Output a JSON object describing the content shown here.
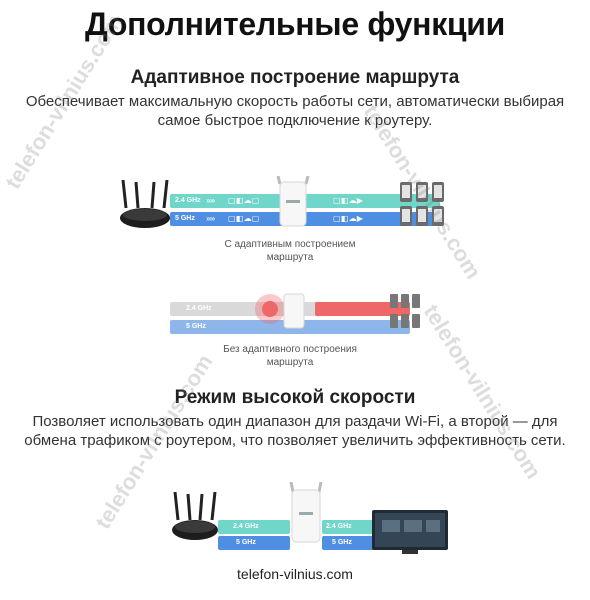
{
  "page": {
    "title": "Дополнительные функции",
    "sections": [
      {
        "heading": "Адаптивное построение маршрута",
        "description_line1": "Обеспечивает максимальную скорость работы сети, автоматически выбирая",
        "description_line2": "самое быстрое подключение к роутеру."
      },
      {
        "heading": "Режим высокой скорости",
        "description_line1": "Позволяет использовать один диапазон для раздачи Wi-Fi, а второй — для",
        "description_line2": "обмена трафиком с роутером, что позволяет увеличить эффективность сети."
      }
    ]
  },
  "diagram1": {
    "band_24": "2.4 GHz",
    "band_5": "5 GHz",
    "caption_line1": "С адаптивным построением",
    "caption_line2": "маршрута"
  },
  "diagram2": {
    "band_24": "2.4 GHz",
    "band_5": "5 GHz",
    "caption_line1": "Без адаптивного построения",
    "caption_line2": "маршрута"
  },
  "diagram3": {
    "band_24_left": "2.4 GHz",
    "band_5_left": "5 GHz",
    "band_24_right": "2.4 GHz",
    "band_5_right": "5 GHz"
  },
  "watermark": {
    "text": "telefon-vilnius.com"
  },
  "footer": {
    "text": "telefon-vilnius.com"
  },
  "colors": {
    "teal": "#6fd6c9",
    "blue": "#4f8fe3",
    "red": "#f06767",
    "grey": "#c9c9c9"
  }
}
